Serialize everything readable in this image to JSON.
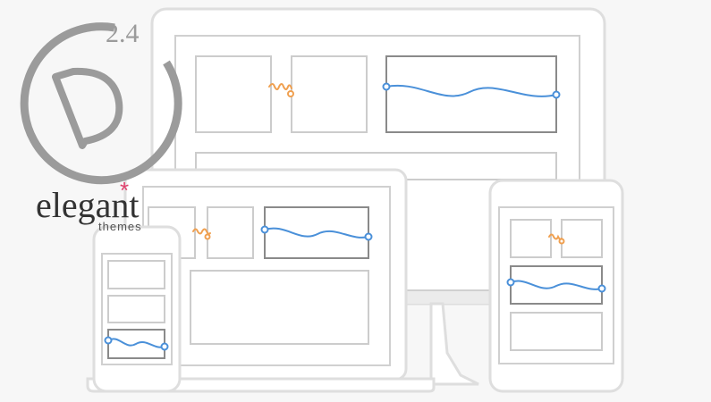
{
  "logo": {
    "letter": "D",
    "version": "2.4",
    "brand": "elegant",
    "sub": "themes",
    "accent_color": "#e0426e",
    "icon": "divi-circle-logo"
  },
  "illustration": {
    "description_icon": "responsive-devices-illustration",
    "line_color": "#dcdcdc",
    "box_color": "#cccccc",
    "wave_color": "#4a90d9",
    "squiggle_color": "#f0a050"
  }
}
